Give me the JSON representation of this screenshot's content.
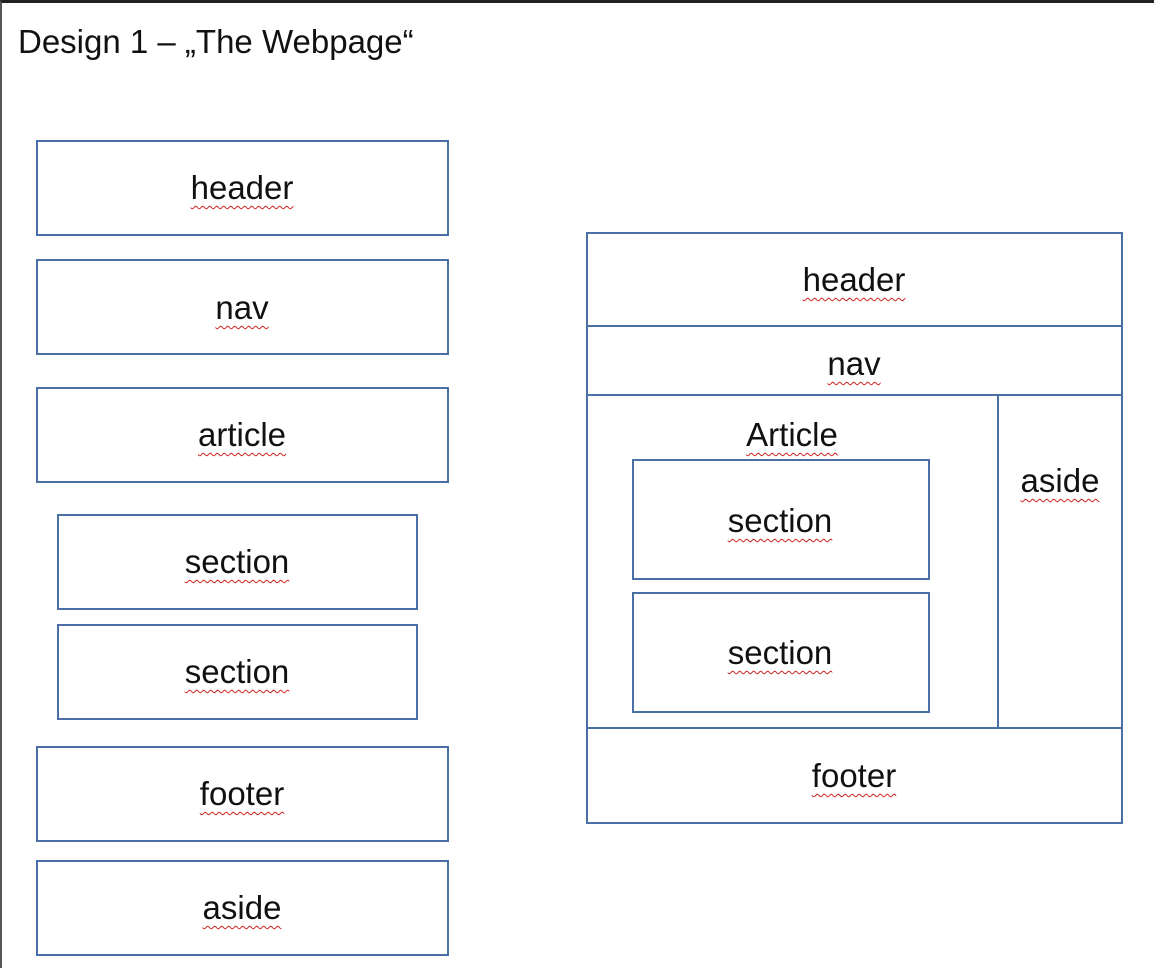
{
  "title": "Design 1 – „The Webpage“",
  "left_stack": {
    "header": "header",
    "nav": "nav",
    "article": "article",
    "section_1": "section",
    "section_2": "section",
    "footer": "footer",
    "aside": "aside"
  },
  "layout": {
    "header": "header",
    "nav": "nav",
    "article": "Article",
    "section_1": "section",
    "section_2": "section",
    "aside": "aside",
    "footer": "footer"
  },
  "colors": {
    "box_border": "#4a6fa5",
    "spellcheck_underline": "#d22020"
  }
}
